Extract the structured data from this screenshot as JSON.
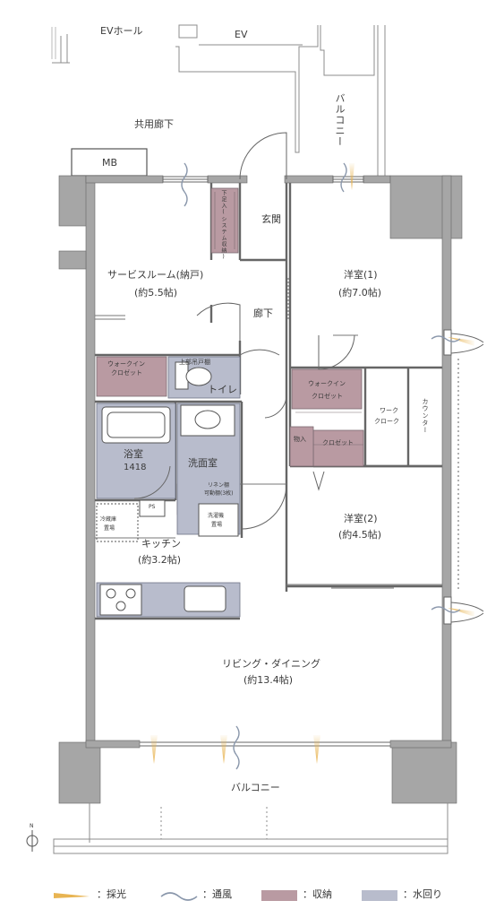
{
  "labels": {
    "ev_hall": "EVホール",
    "ev": "EV",
    "common_corridor": "共用廊下",
    "mb": "MB",
    "balcony_top": "バルコニー",
    "entrance": "玄関",
    "shoebox": "下足入(システム収納)",
    "service_room_name": "サービスルーム(納戸)",
    "service_room_size": "(約5.5帖)",
    "corridor": "廊下",
    "western1_name": "洋室(1)",
    "western1_size": "(約7.0帖)",
    "walkin_left_1": "ウォークイン",
    "walkin_left_2": "クロゼット",
    "upper_cabinet": "上部吊戸棚",
    "toilet": "トイレ",
    "walkin_right_1": "ウォークイン",
    "walkin_right_2": "クロゼット",
    "work_cloak_1": "ワーク",
    "work_cloak_2": "クローク",
    "counter": "カウンター",
    "storage": "物入",
    "closet": "クロゼット",
    "bath_name": "浴室",
    "bath_size": "1418",
    "washroom": "洗面室",
    "linen_1": "リネン棚",
    "linen_2": "可動棚(3枚)",
    "ps": "PS",
    "fridge_1": "冷蔵庫",
    "fridge_2": "置場",
    "washer_1": "洗濯機",
    "washer_2": "置場",
    "kitchen_name": "キッチン",
    "kitchen_size": "(約3.2帖)",
    "western2_name": "洋室(2)",
    "western2_size": "(約4.5帖)",
    "living_name": "リビング・ダイニング",
    "living_size": "(約13.4帖)",
    "balcony_bottom": "バルコニー",
    "north": "N"
  },
  "legend": [
    {
      "icon": "daylight-icon",
      "label": "：採光"
    },
    {
      "icon": "ventilation-icon",
      "label": "：通風"
    },
    {
      "icon": "storage-swatch-icon",
      "label": "：収納",
      "color": "#b99aa2"
    },
    {
      "icon": "water-swatch-icon",
      "label": "：水回り",
      "color": "#b8bccc"
    }
  ],
  "colors": {
    "storage": "#b99aa2",
    "water": "#b8bccc",
    "wall": "#9a9a9a",
    "daylight": "#e8b452",
    "ventilation": "#8a97ab"
  }
}
